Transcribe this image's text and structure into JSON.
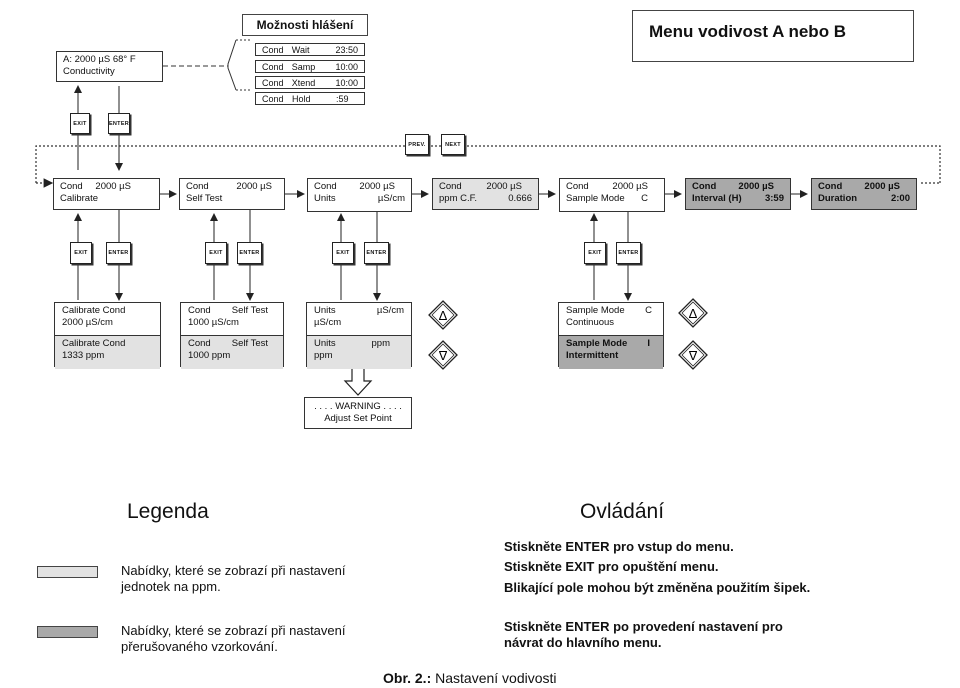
{
  "report": {
    "title": "Možnosti hlášení",
    "rows": [
      {
        "c1": "Cond",
        "c2": "Wait",
        "c3": "23:50"
      },
      {
        "c1": "Cond",
        "c2": "Samp",
        "c3": "10:00"
      },
      {
        "c1": "Cond",
        "c2": "Xtend",
        "c3": "10:00"
      },
      {
        "c1": "Cond",
        "c2": "Hold",
        "c3": ":59"
      }
    ]
  },
  "menu_title": "Menu vodivost A nebo B",
  "main_display": {
    "line1": "A: 2000 µS   68° F",
    "line2": "Conductivity"
  },
  "buttons": {
    "exit": "EXIT",
    "enter": "ENTER",
    "prev": "PREV.",
    "next": "NEXT"
  },
  "menus": [
    {
      "l1a": "Cond",
      "l1b": "2000 µS",
      "l2a": "Calibrate",
      "l2b": ""
    },
    {
      "l1a": "Cond",
      "l1b": "2000 µS",
      "l2a": "Self Test",
      "l2b": ""
    },
    {
      "l1a": "Cond",
      "l1b": "2000 µS",
      "l2a": "Units",
      "l2b": "µS/cm"
    },
    {
      "l1a": "Cond",
      "l1b": "2000 µS",
      "l2a": "ppm C.F.",
      "l2b": "0.666"
    },
    {
      "l1a": "Cond",
      "l1b": "2000 µS",
      "l2a": "Sample Mode",
      "l2b": "C"
    },
    {
      "l1a": "Cond",
      "l1b": "2000 µS",
      "l2a": "Interval (H)",
      "l2b": "3:59"
    },
    {
      "l1a": "Cond",
      "l1b": "2000 µS",
      "l2a": "Duration",
      "l2b": "2:00"
    }
  ],
  "submenus": {
    "calibrate": {
      "top1": "Calibrate Cond",
      "top2": "2000 µS/cm",
      "bot1": "Calibrate Cond",
      "bot2": "1333   ppm"
    },
    "selftest": {
      "top1a": "Cond",
      "top1b": "Self Test",
      "top2": "1000 µS/cm",
      "bot1a": "Cond",
      "bot1b": "Self Test",
      "bot2": "1000   ppm"
    },
    "units": {
      "top1a": "Units",
      "top1b": "µS/cm",
      "top2": "µS/cm",
      "bot1a": "Units",
      "bot1b": "ppm",
      "bot2": "ppm"
    },
    "sample": {
      "top1a": "Sample Mode",
      "top1b": "C",
      "top2": "Continuous",
      "bot1a": "Sample Mode",
      "bot1b": "I",
      "bot2": "Intermittent"
    }
  },
  "warning": {
    "line1": ". . . . WARNING . . . .",
    "line2": "Adjust Set Point"
  },
  "legend": {
    "title": "Legenda",
    "items": [
      {
        "text": "Nabídky, které se zobrazí při nastavení jednotek na ppm.",
        "color": "#e2e2e2"
      },
      {
        "text": "Nabídky, které se zobrazí při nastavení přerušovaného vzorkování.",
        "color": "#a9a9a9"
      }
    ]
  },
  "controls": {
    "title": "Ovládání",
    "lines": [
      "Stiskněte ENTER pro vstup do menu.",
      "Stiskněte EXIT pro opuštění menu.",
      "Blikající pole mohou být změněna použitím šipek.",
      "Stiskněte ENTER po provedení nastavení pro návrat do hlavního menu."
    ]
  },
  "caption": {
    "label": "Obr. 2.:",
    "text": " Nastavení vodivosti"
  }
}
